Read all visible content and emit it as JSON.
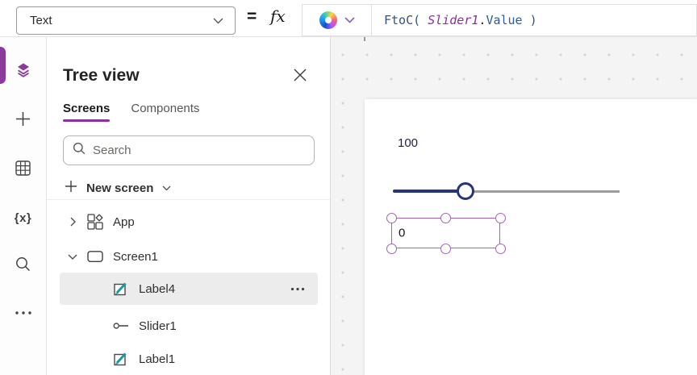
{
  "topbar": {
    "property_selector": {
      "value": "Text"
    },
    "equals_sign": "=",
    "fx_label": "fx",
    "formula_parts": [
      {
        "text": "FtoC( ",
        "role": "function"
      },
      {
        "text": "Slider1",
        "role": "control"
      },
      {
        "text": ".",
        "role": "punctuation"
      },
      {
        "text": "Value",
        "role": "property"
      },
      {
        "text": " )",
        "role": "function"
      }
    ]
  },
  "left_rail": {
    "variables_label": "{x}",
    "items": [
      {
        "name": "tree-view",
        "selected": true
      },
      {
        "name": "insert",
        "selected": false
      },
      {
        "name": "data",
        "selected": false
      },
      {
        "name": "variables",
        "selected": false
      },
      {
        "name": "search",
        "selected": false
      },
      {
        "name": "more",
        "selected": false
      }
    ]
  },
  "tree_panel": {
    "title": "Tree view",
    "tabs": [
      {
        "label": "Screens",
        "active": true
      },
      {
        "label": "Components",
        "active": false
      }
    ],
    "search": {
      "placeholder": "Search"
    },
    "new_screen": {
      "label": "New screen"
    },
    "items": [
      {
        "label": "App",
        "icon": "app",
        "chevron": "collapsed",
        "selected": false
      },
      {
        "label": "Screen1",
        "icon": "screen",
        "chevron": "expanded",
        "selected": false
      },
      {
        "label": "Label4",
        "icon": "label",
        "selected": true,
        "has_more_menu": true
      },
      {
        "label": "Slider1",
        "icon": "slider",
        "selected": false
      },
      {
        "label": "Label1",
        "icon": "label",
        "selected": false
      }
    ]
  },
  "canvas": {
    "label1_text": "100",
    "slider": {
      "name": "Slider1",
      "fraction": 0.32
    },
    "selected_control": {
      "name": "Label4",
      "text": "0"
    }
  },
  "colors": {
    "brand_purple": "#8b3a9b",
    "tab_underline": "#8b2fa3",
    "selection_purple": "#a564b4",
    "slider_navy": "#24357e",
    "formula_function": "#33527e",
    "formula_control": "#8a2e9c",
    "formula_property": "#2b5b9e",
    "selected_row_bg": "#ececec",
    "canvas_dots_bg": "#f4f4f4"
  }
}
